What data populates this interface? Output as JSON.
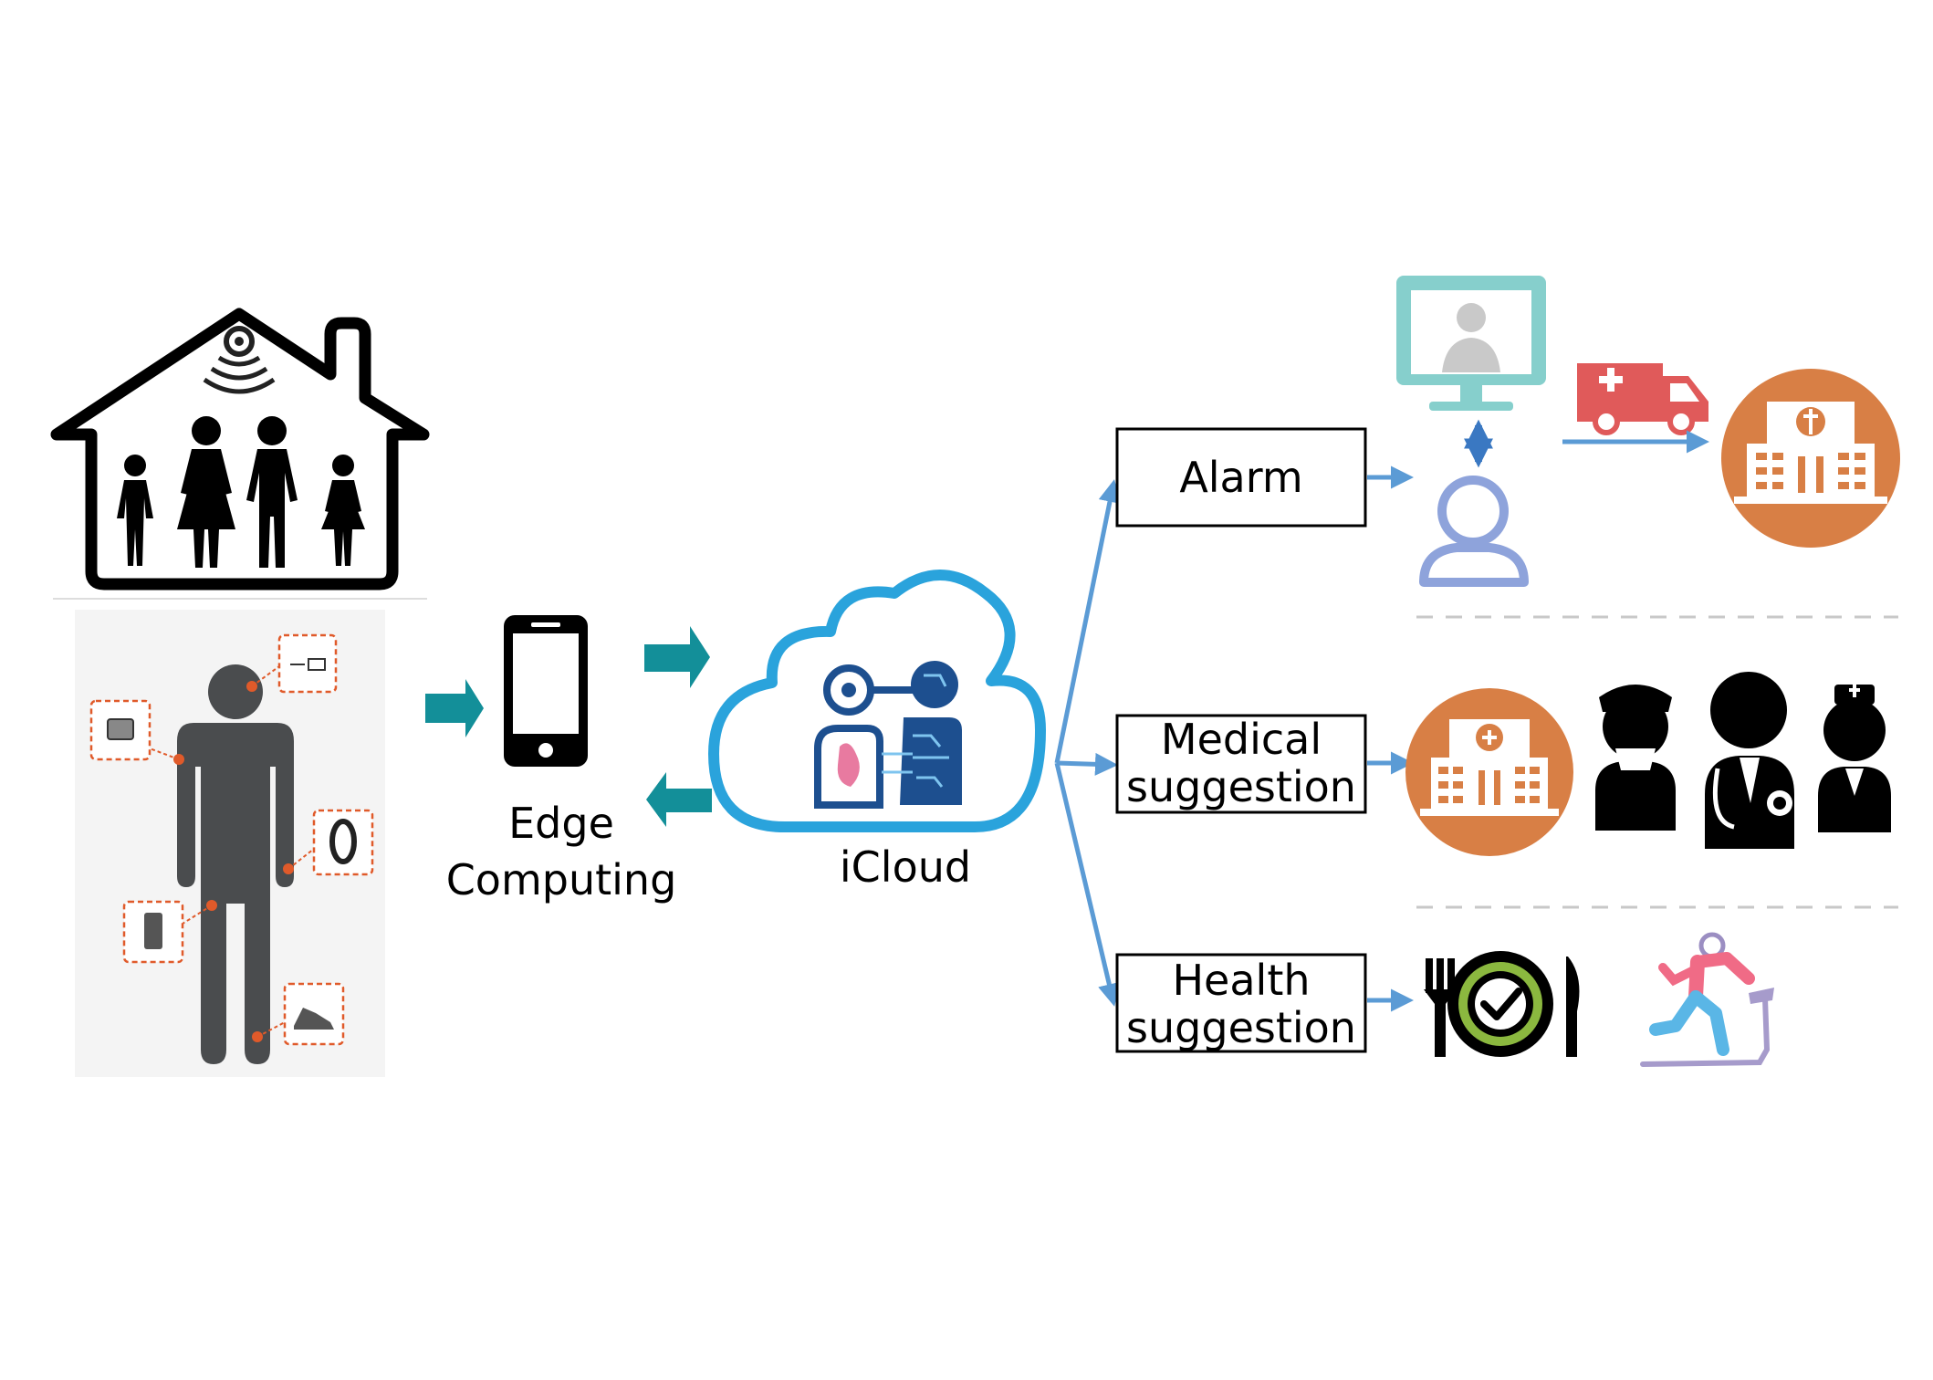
{
  "labels": {
    "edge_computing_line1": "Edge",
    "edge_computing_line2": "Computing",
    "cloud": "iCloud",
    "alarm": "Alarm",
    "medical_line1": "Medical",
    "medical_line2": "suggestion",
    "health_line1": "Health",
    "health_line2": "suggestion"
  },
  "colors": {
    "teal_arrow": "#138f99",
    "blue_arrow": "#5b9bd5",
    "cloud_stroke": "#2aa3dc",
    "hospital_orange": "#d87f45",
    "monitor_teal": "#86cfcc",
    "user_purple": "#8ea3db",
    "ambulance_red": "#e05a5a",
    "wearable_dot": "#e05a2a",
    "body_gray": "#4a4c4e",
    "plate_green": "#8bb83f"
  },
  "icons": [
    "house-family-icon",
    "body-sensor-icon",
    "smartphone-icon",
    "cloud-icon",
    "monitor-doctor-icon",
    "ambulance-icon",
    "hospital-icon",
    "user-icon",
    "medical-staff-icon",
    "diet-plate-icon",
    "treadmill-runner-icon"
  ]
}
